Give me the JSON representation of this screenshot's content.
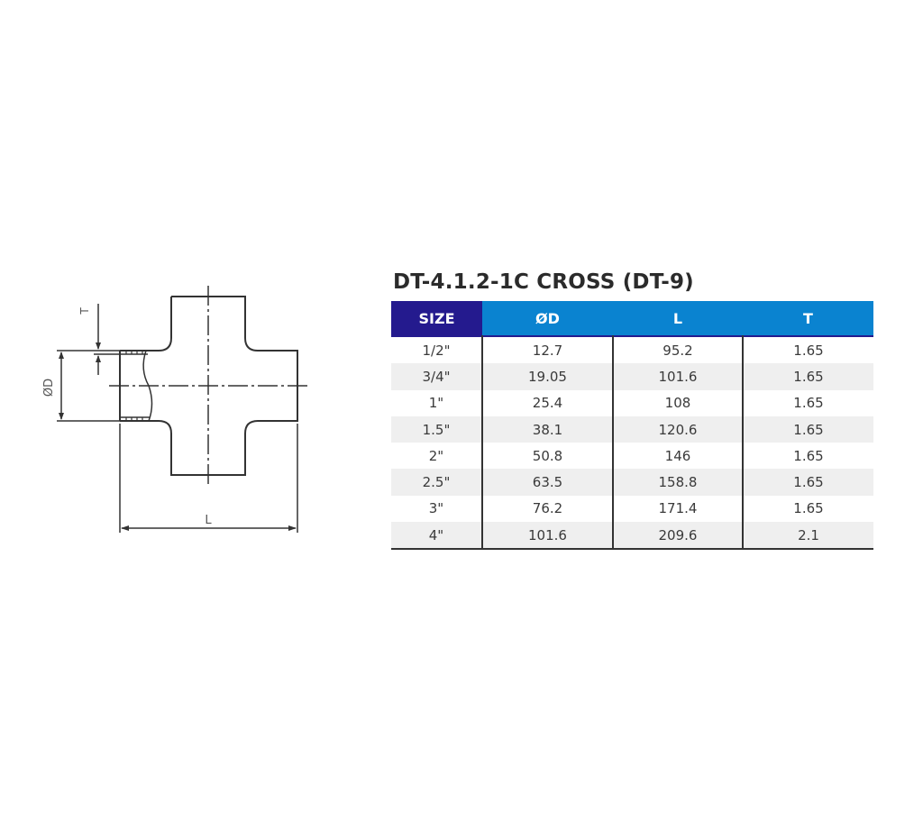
{
  "drawing": {
    "labels": {
      "thickness": "T",
      "outer_diameter": "ØD",
      "length": "L"
    },
    "label_color": "#e89a3c",
    "line_color": "#333333"
  },
  "table": {
    "title": "DT-4.1.2-1C CROSS (DT-9)",
    "header_colors": {
      "size": "#241a8e",
      "other": "#0a83d0"
    },
    "columns": [
      "SIZE",
      "ØD",
      "L",
      "T"
    ],
    "rows": [
      {
        "size": "1/2\"",
        "od": "12.7",
        "l": "95.2",
        "t": "1.65"
      },
      {
        "size": "3/4\"",
        "od": "19.05",
        "l": "101.6",
        "t": "1.65"
      },
      {
        "size": "1\"",
        "od": "25.4",
        "l": "108",
        "t": "1.65"
      },
      {
        "size": "1.5\"",
        "od": "38.1",
        "l": "120.6",
        "t": "1.65"
      },
      {
        "size": "2\"",
        "od": "50.8",
        "l": "146",
        "t": "1.65"
      },
      {
        "size": "2.5\"",
        "od": "63.5",
        "l": "158.8",
        "t": "1.65"
      },
      {
        "size": "3\"",
        "od": "76.2",
        "l": "171.4",
        "t": "1.65"
      },
      {
        "size": "4\"",
        "od": "101.6",
        "l": "209.6",
        "t": "2.1"
      }
    ]
  }
}
